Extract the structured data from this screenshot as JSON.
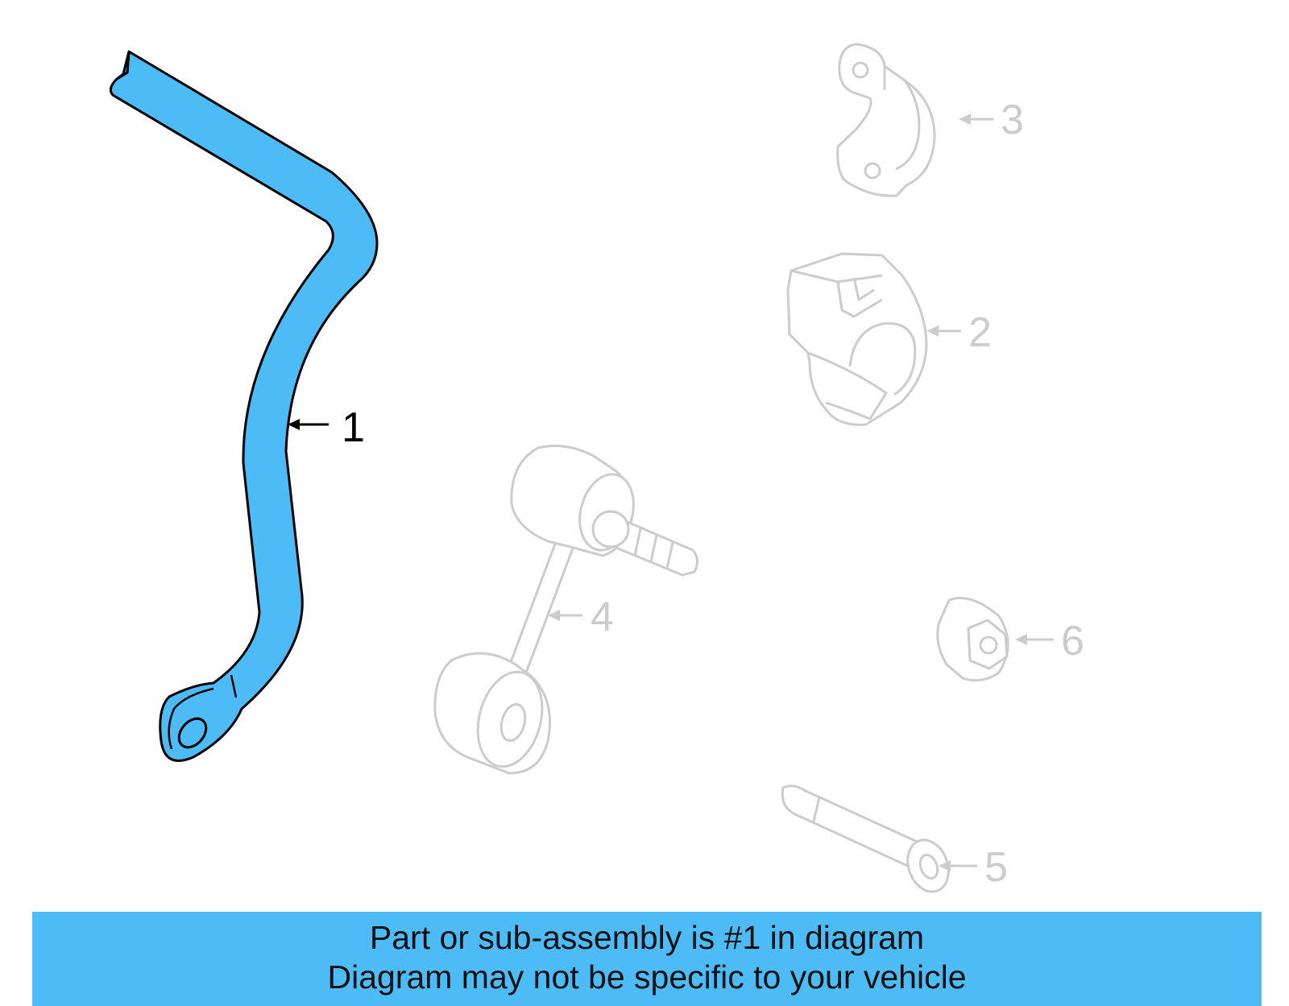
{
  "colors": {
    "highlight": "#4dbbf5",
    "highlight_outline": "#000000",
    "faded_part": "#cccccc",
    "banner_bg": "#4dbbf5",
    "banner_text": "#111111"
  },
  "callouts": [
    {
      "id": "1",
      "label": "1",
      "highlighted": true
    },
    {
      "id": "2",
      "label": "2",
      "highlighted": false
    },
    {
      "id": "3",
      "label": "3",
      "highlighted": false
    },
    {
      "id": "4",
      "label": "4",
      "highlighted": false
    },
    {
      "id": "5",
      "label": "5",
      "highlighted": false
    },
    {
      "id": "6",
      "label": "6",
      "highlighted": false
    }
  ],
  "banner": {
    "line1": "Part or sub-assembly is #1 in diagram",
    "line2": "Diagram may not be specific to your vehicle"
  }
}
